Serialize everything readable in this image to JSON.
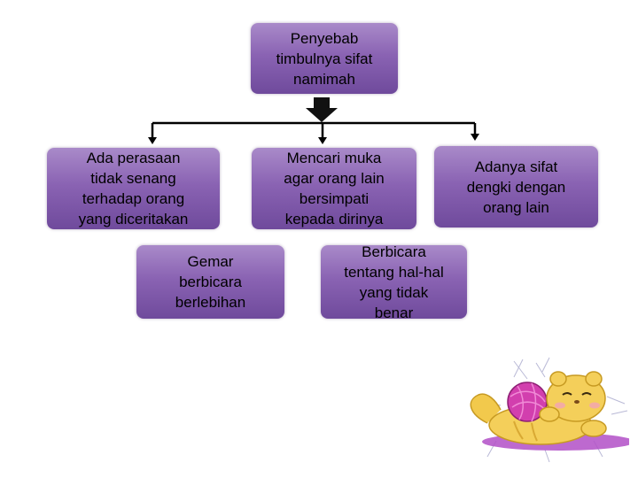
{
  "diagram": {
    "root": "Penyebab\ntimbulnya sifat\nnamimah",
    "causes": [
      "Ada perasaan\ntidak senang\nterhadap orang\nyang diceritakan",
      "Mencari muka\nagar orang lain\nbersimpati\nkepada dirinya",
      "Adanya sifat\ndengki dengan\norang lain",
      "Gemar\nberbicara\nberlebihan",
      "Berbicara\ntentang hal-hal\nyang tidak\nbenar"
    ]
  },
  "colors": {
    "box_fill": "#8a63b3",
    "line": "#000000",
    "mascot_body": "#f2c94c",
    "yarn": "#c2359e"
  },
  "icons": [
    "down-block-arrow-icon",
    "cat-with-yarn-icon"
  ]
}
